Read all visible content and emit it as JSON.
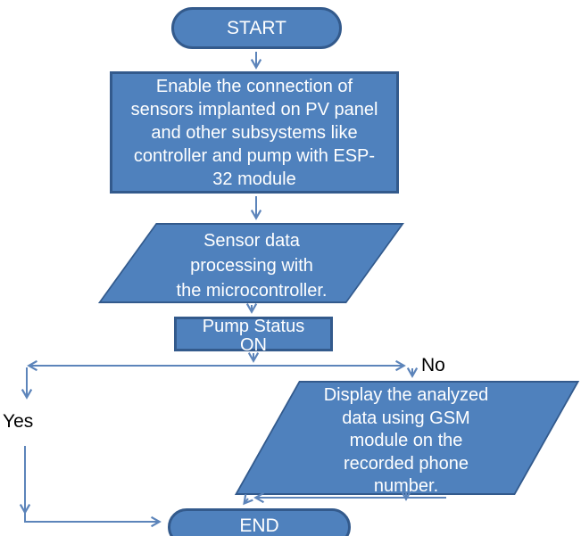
{
  "diagram": {
    "type": "flowchart",
    "colors": {
      "shape_fill": "#4F81BD",
      "shape_border": "#335A8C",
      "connector": "#5C84BA",
      "shape_text": "#FFFFFF",
      "branch_text": "#000000",
      "background": "#FFFFFF"
    },
    "nodes": [
      {
        "id": "start",
        "shape": "terminator",
        "label": "START"
      },
      {
        "id": "enable-connection",
        "shape": "process",
        "label": "Enable the connection of sensors implanted on PV panel and other subsystems like controller and pump with ESP-32 module",
        "lines": [
          "Enable the connection of",
          "sensors implanted on PV panel",
          "and other subsystems like",
          "controller and pump with ESP-",
          "32 module"
        ]
      },
      {
        "id": "sensor-processing",
        "shape": "input-output",
        "label": "Sensor data processing with the microcontroller.",
        "lines": [
          "Sensor data",
          "processing with",
          "the microcontroller."
        ]
      },
      {
        "id": "pump-status",
        "shape": "process",
        "label": "Pump Status ON",
        "lines": [
          "Pump Status",
          "ON"
        ]
      },
      {
        "id": "display-data",
        "shape": "input-output",
        "label": "Display the analyzed data using GSM module on the recorded phone number.",
        "lines": [
          "Display the analyzed",
          "data using GSM",
          "module on the",
          "recorded phone",
          "number."
        ]
      },
      {
        "id": "end",
        "shape": "terminator",
        "label": "END"
      }
    ],
    "branch_labels": {
      "yes": "Yes",
      "no": "No"
    },
    "edges": [
      {
        "from": "start",
        "to": "enable-connection",
        "label": ""
      },
      {
        "from": "enable-connection",
        "to": "sensor-processing",
        "label": ""
      },
      {
        "from": "sensor-processing",
        "to": "pump-status",
        "label": ""
      },
      {
        "from": "pump-status",
        "to": "end",
        "label": "Yes"
      },
      {
        "from": "pump-status",
        "to": "display-data",
        "label": "No"
      },
      {
        "from": "display-data",
        "to": "end",
        "label": ""
      }
    ]
  }
}
